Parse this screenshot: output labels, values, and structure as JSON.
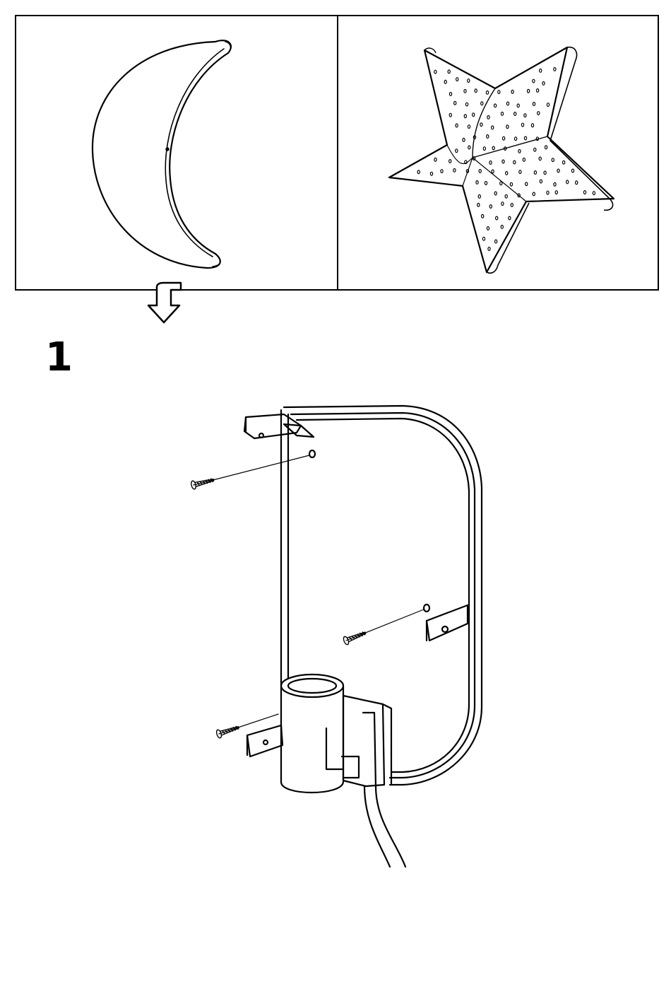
{
  "step": {
    "number": "1"
  },
  "variants": [
    {
      "shape": "moon",
      "icon": "moon-shade-icon"
    },
    {
      "shape": "star",
      "icon": "star-shade-icon"
    }
  ],
  "parts": {
    "screws": 3,
    "screw_icon": "screw-icon",
    "bracket_icon": "lamp-bracket-icon",
    "socket_icon": "lamp-socket-icon",
    "cable_icon": "power-cable-icon"
  },
  "colors": {
    "line": "#000000",
    "background": "#ffffff"
  }
}
